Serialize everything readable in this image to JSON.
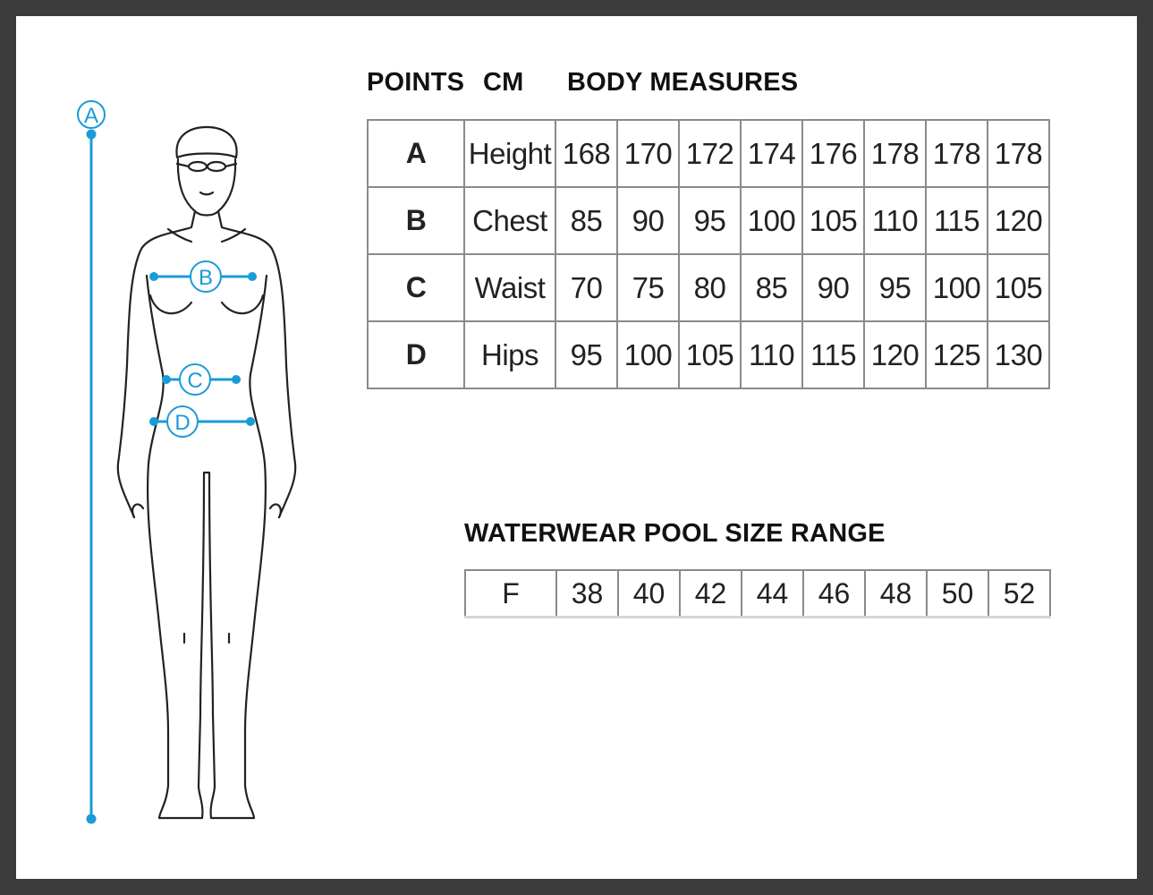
{
  "headings": {
    "points": "POINTS",
    "cm": "CM",
    "body_measures": "BODY MEASURES",
    "size_range": "WATERWEAR POOL SIZE RANGE"
  },
  "figure": {
    "accent_color": "#1a9bd7",
    "markers": [
      "A",
      "B",
      "C",
      "D"
    ]
  },
  "measures": [
    {
      "point": "A",
      "label": "Height",
      "values": [
        "168",
        "170",
        "172",
        "174",
        "176",
        "178",
        "178",
        "178"
      ]
    },
    {
      "point": "B",
      "label": "Chest",
      "values": [
        "85",
        "90",
        "95",
        "100",
        "105",
        "110",
        "115",
        "120"
      ]
    },
    {
      "point": "C",
      "label": "Waist",
      "values": [
        "70",
        "75",
        "80",
        "85",
        "90",
        "95",
        "100",
        "105"
      ]
    },
    {
      "point": "D",
      "label": "Hips",
      "values": [
        "95",
        "100",
        "105",
        "110",
        "115",
        "120",
        "125",
        "130"
      ]
    }
  ],
  "size_range": {
    "label": "F",
    "values": [
      "38",
      "40",
      "42",
      "44",
      "46",
      "48",
      "50",
      "52"
    ]
  }
}
